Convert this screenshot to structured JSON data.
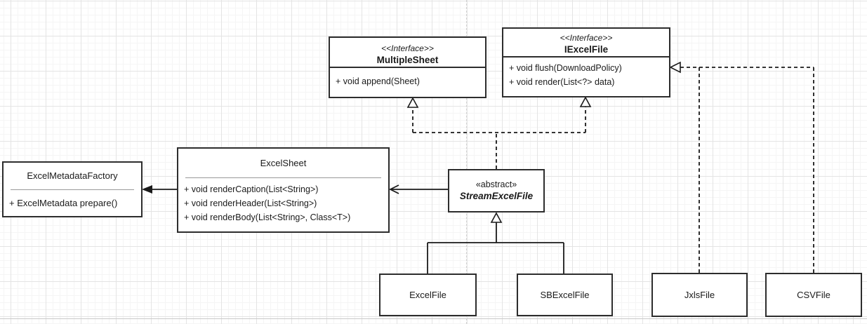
{
  "boxes": {
    "multiple_sheet": {
      "stereotype": "<<Interface>>",
      "name": "MultipleSheet",
      "methods": [
        "+ void append(Sheet)"
      ]
    },
    "iexcel_file": {
      "stereotype": "<<Interface>>",
      "name": "IExcelFile",
      "methods": [
        "+ void flush(DownloadPolicy)",
        "+ void render(List<?> data)"
      ]
    },
    "excel_metadata_factory": {
      "name": "ExcelMetadataFactory",
      "methods": [
        "+ ExcelMetadata prepare()"
      ]
    },
    "excel_sheet": {
      "name": "ExcelSheet",
      "methods": [
        "+ void renderCaption(List<String>)",
        "+ void renderHeader(List<String>)",
        "+ void renderBody(List<String>, Class<T>)"
      ]
    },
    "stream_excel_file": {
      "stereotype": "«abstract»",
      "name": "StreamExcelFile"
    },
    "excel_file": {
      "name": "ExcelFile"
    },
    "sb_excel_file": {
      "name": "SBExcelFile"
    },
    "jxls_file": {
      "name": "JxlsFile"
    },
    "csv_file": {
      "name": "CSVFile"
    }
  },
  "relationships": {
    "realization_1": "StreamExcelFile ..|> MultipleSheet",
    "realization_2": "StreamExcelFile ..|> IExcelFile",
    "realization_3": "JxlsFile ..|> IExcelFile",
    "realization_4": "CSVFile ..|> IExcelFile",
    "generalization_1": "ExcelFile --|> StreamExcelFile",
    "generalization_2": "SBExcelFile --|> StreamExcelFile",
    "association_1": "StreamExcelFile --> ExcelSheet",
    "association_2": "ExcelSheet --> ExcelMetadataFactory"
  },
  "colors": {
    "box_border": "#2d2d2d",
    "text": "#1a1a1a",
    "connector": "#1a1a1a",
    "grid_major": "#e4e4e4",
    "grid_minor": "#f5f5f5",
    "gray_separator": "#9a9a9a",
    "page_guide": "#d2d2d2"
  }
}
